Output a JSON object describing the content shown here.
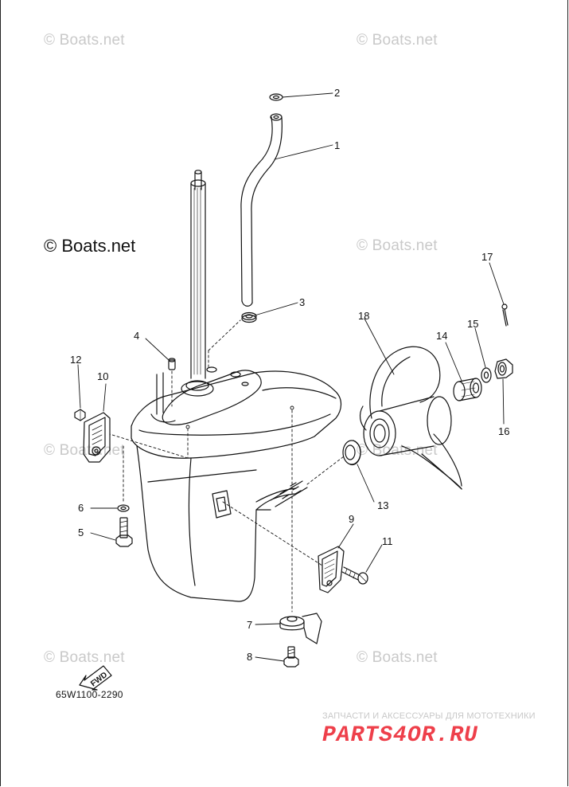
{
  "watermarks": {
    "copyright_main": "© Boats.net",
    "copyright_faded": "© Boats.net"
  },
  "diagram": {
    "code": "65W1100-2290",
    "fwd_label": "FWD",
    "callouts": [
      "1",
      "2",
      "3",
      "4",
      "5",
      "6",
      "7",
      "8",
      "9",
      "10",
      "11",
      "12",
      "13",
      "14",
      "15",
      "16",
      "17",
      "18"
    ]
  },
  "banner": {
    "subtitle": "ЗАПЧАСТИ И АКСЕССУАРЫ ДЛЯ МОТОТЕХНИКИ",
    "brand": "PARTS4OR.RU"
  },
  "colors": {
    "line": "#111111",
    "watermark": "#c9c9c9",
    "brand": "#ee3f4a"
  }
}
